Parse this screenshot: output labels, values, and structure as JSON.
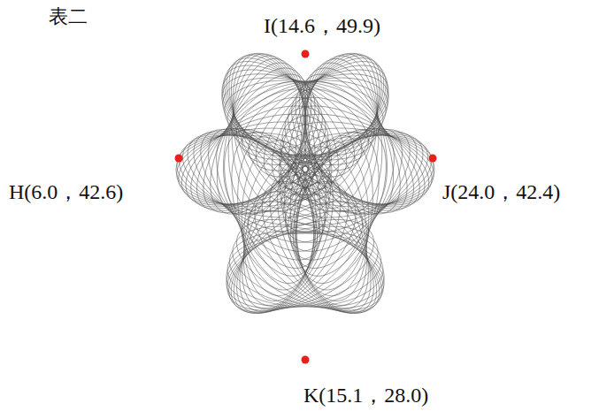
{
  "diagram": {
    "title": "表二",
    "labels": [
      "I(14.6，49.9)",
      "H(6.0，42.6)",
      "J(24.0，42.4)",
      "K(15.1，28.0)"
    ]
  }
}
